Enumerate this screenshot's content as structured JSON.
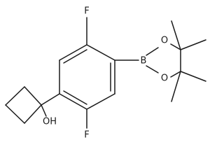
{
  "structure": {
    "type": "chemical-structure",
    "atoms": {
      "fluorine_top": "F",
      "fluorine_bottom": "F",
      "boron": "B",
      "oxygen_upper": "O",
      "oxygen_lower": "O",
      "hydroxyl": "OH"
    },
    "colors": {
      "bond": "#1a1a1a",
      "text": "#1a1a1a",
      "background": "#ffffff"
    }
  }
}
